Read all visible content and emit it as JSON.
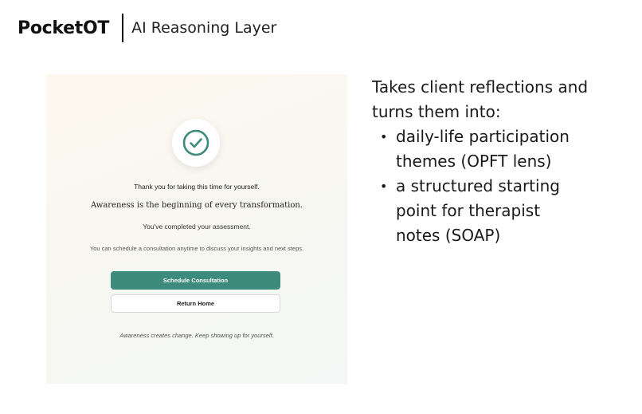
{
  "header": {
    "logo": "PocketOT",
    "subtitle": "AI Reasoning Layer"
  },
  "panel": {
    "icon": "check-circle-icon",
    "thanks": "Thank you for taking this time for yourself.",
    "quote": "Awareness is the beginning of every transformation.",
    "completed": "You've completed your assessment.",
    "schedule_info": "You can schedule a consultation anytime to discuss your insights and next steps.",
    "schedule_button": "Schedule Consultation",
    "home_button": "Return Home",
    "footer": "Awareness creates change. Keep showing up for yourself."
  },
  "description": {
    "intro": "Takes client reflections and turns them into:",
    "bullets": [
      "daily-life participation themes (OPFT lens)",
      "a structured starting point for therapist notes (SOAP)"
    ]
  },
  "colors": {
    "accent": "#3d8b7b",
    "check": "#3d8b7b"
  }
}
